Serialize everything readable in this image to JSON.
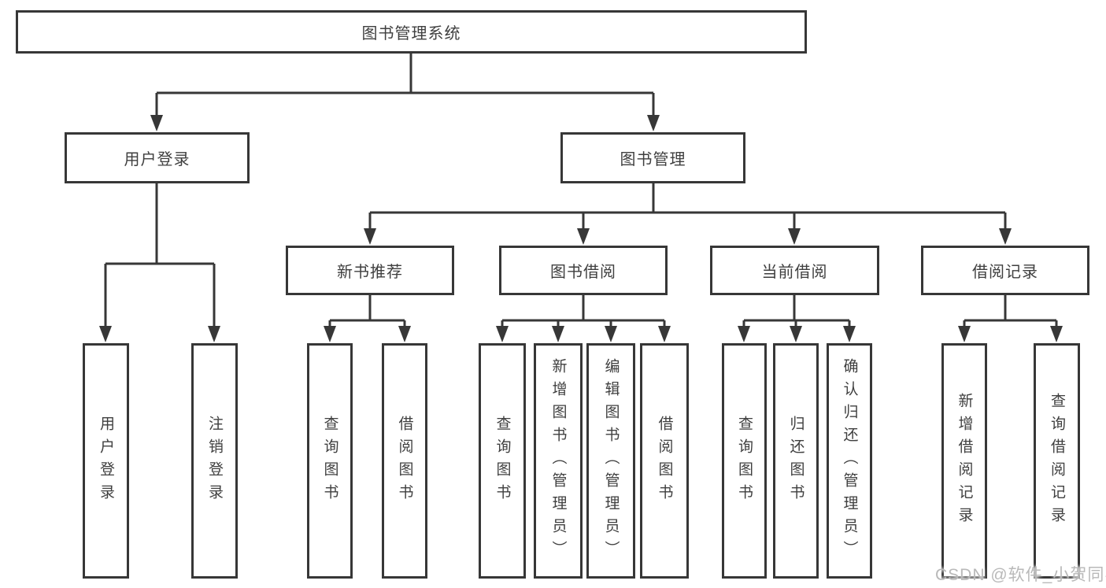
{
  "diagram": {
    "root": {
      "label": "图书管理系统"
    },
    "branches": [
      {
        "label": "用户登录",
        "children": [
          {
            "label": "用户登录"
          },
          {
            "label": "注销登录"
          }
        ]
      },
      {
        "label": "图书管理",
        "children": [
          {
            "label": "新书推荐",
            "children": [
              {
                "label": "查询图书"
              },
              {
                "label": "借阅图书"
              }
            ]
          },
          {
            "label": "图书借阅",
            "children": [
              {
                "label": "查询图书"
              },
              {
                "label": "新增图书（管理员）"
              },
              {
                "label": "编辑图书（管理员）"
              },
              {
                "label": "借阅图书"
              }
            ]
          },
          {
            "label": "当前借阅",
            "children": [
              {
                "label": "查询图书"
              },
              {
                "label": "归还图书"
              },
              {
                "label": "确认归还（管理员）"
              }
            ]
          },
          {
            "label": "借阅记录",
            "children": [
              {
                "label": "新增借阅记录"
              },
              {
                "label": "查询借阅记录"
              }
            ]
          }
        ]
      }
    ],
    "watermark": "CSDN @软件_小贺同学",
    "colors": {
      "line": "#373737",
      "text": "#3f3f3f",
      "watermark": "#b9b9b9",
      "background": "#ffffff"
    }
  }
}
